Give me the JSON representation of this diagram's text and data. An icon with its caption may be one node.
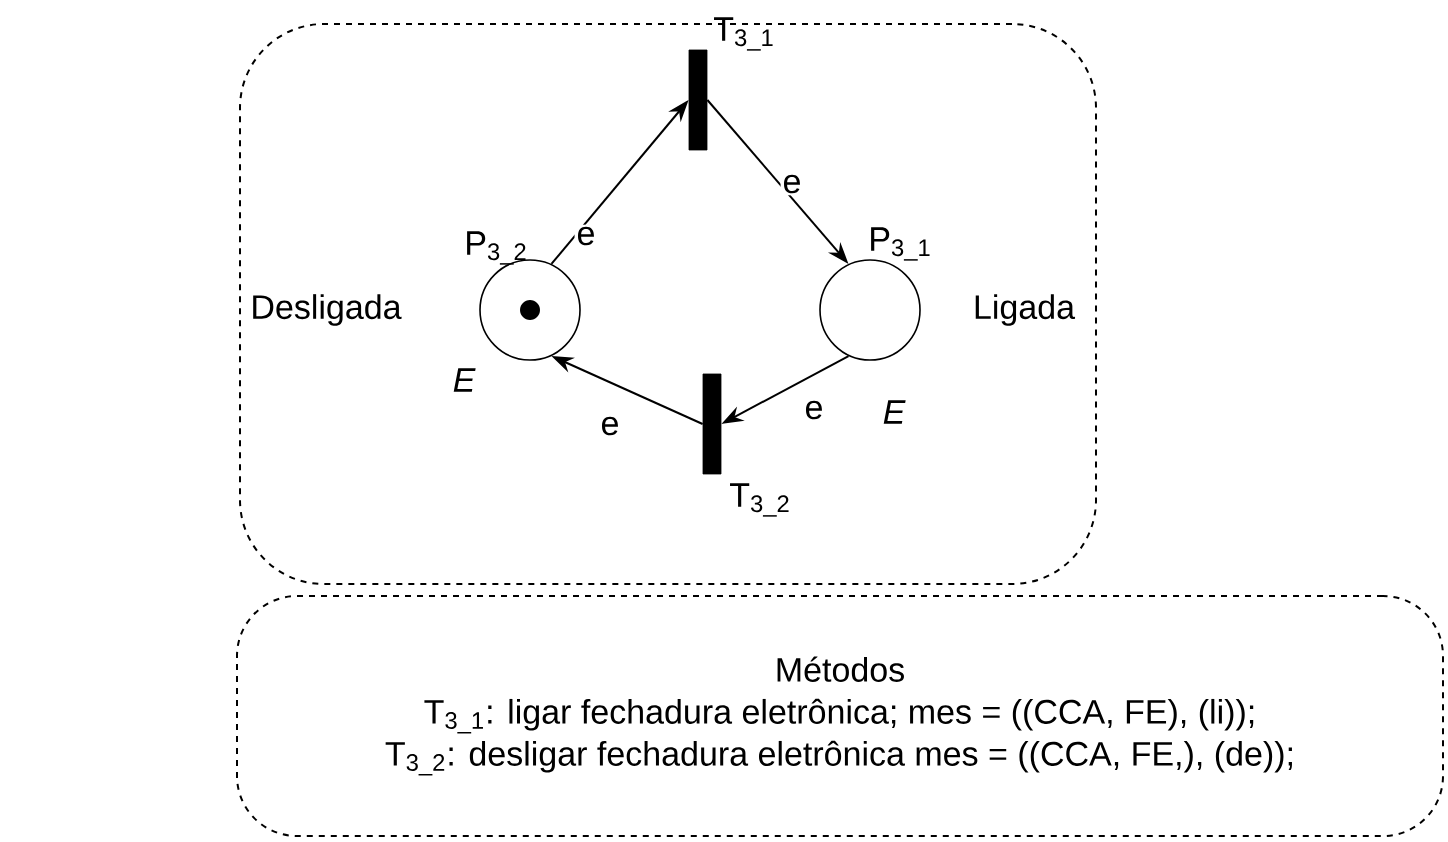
{
  "diagram": {
    "nodes": [
      {
        "text": [],
        "shape": "box"
      },
      {
        "text": [
          "T$_{3_1}$"
        ],
        "in": 0
      },
      {
        "text": [
          "P$_{3_2}$"
        ],
        "beside": [
          "Desligada",
          "E"
        ],
        "in": 0
      },
      {
        "text": [
          "P$_{3_1}$"
        ],
        "beside": [
          "Ligada",
          "E"
        ],
        "in": 0
      },
      {
        "text": [
          "T$_{3_2}$"
        ],
        "in": 0
      },
      {
        "text": [
          "Métodos",
          "T$_{3_1}$: ligar fechadura eletrônica; mes = ((CCA, FE), (li));",
          "T$_{3_2}$: desligar fechadura eletrônica mes = ((CCA, FE,), (de));"
        ]
      }
    ],
    "edges": [
      {
        "from": 2,
        "to": 1,
        "arrow": "to",
        "label": "e"
      },
      {
        "from": 1,
        "to": 3,
        "arrow": "to",
        "label": "e"
      },
      {
        "from": 3,
        "to": 4,
        "arrow": "to",
        "label": "e"
      },
      {
        "from": 4,
        "to": 2,
        "arrow": "to",
        "label": "e"
      }
    ]
  }
}
